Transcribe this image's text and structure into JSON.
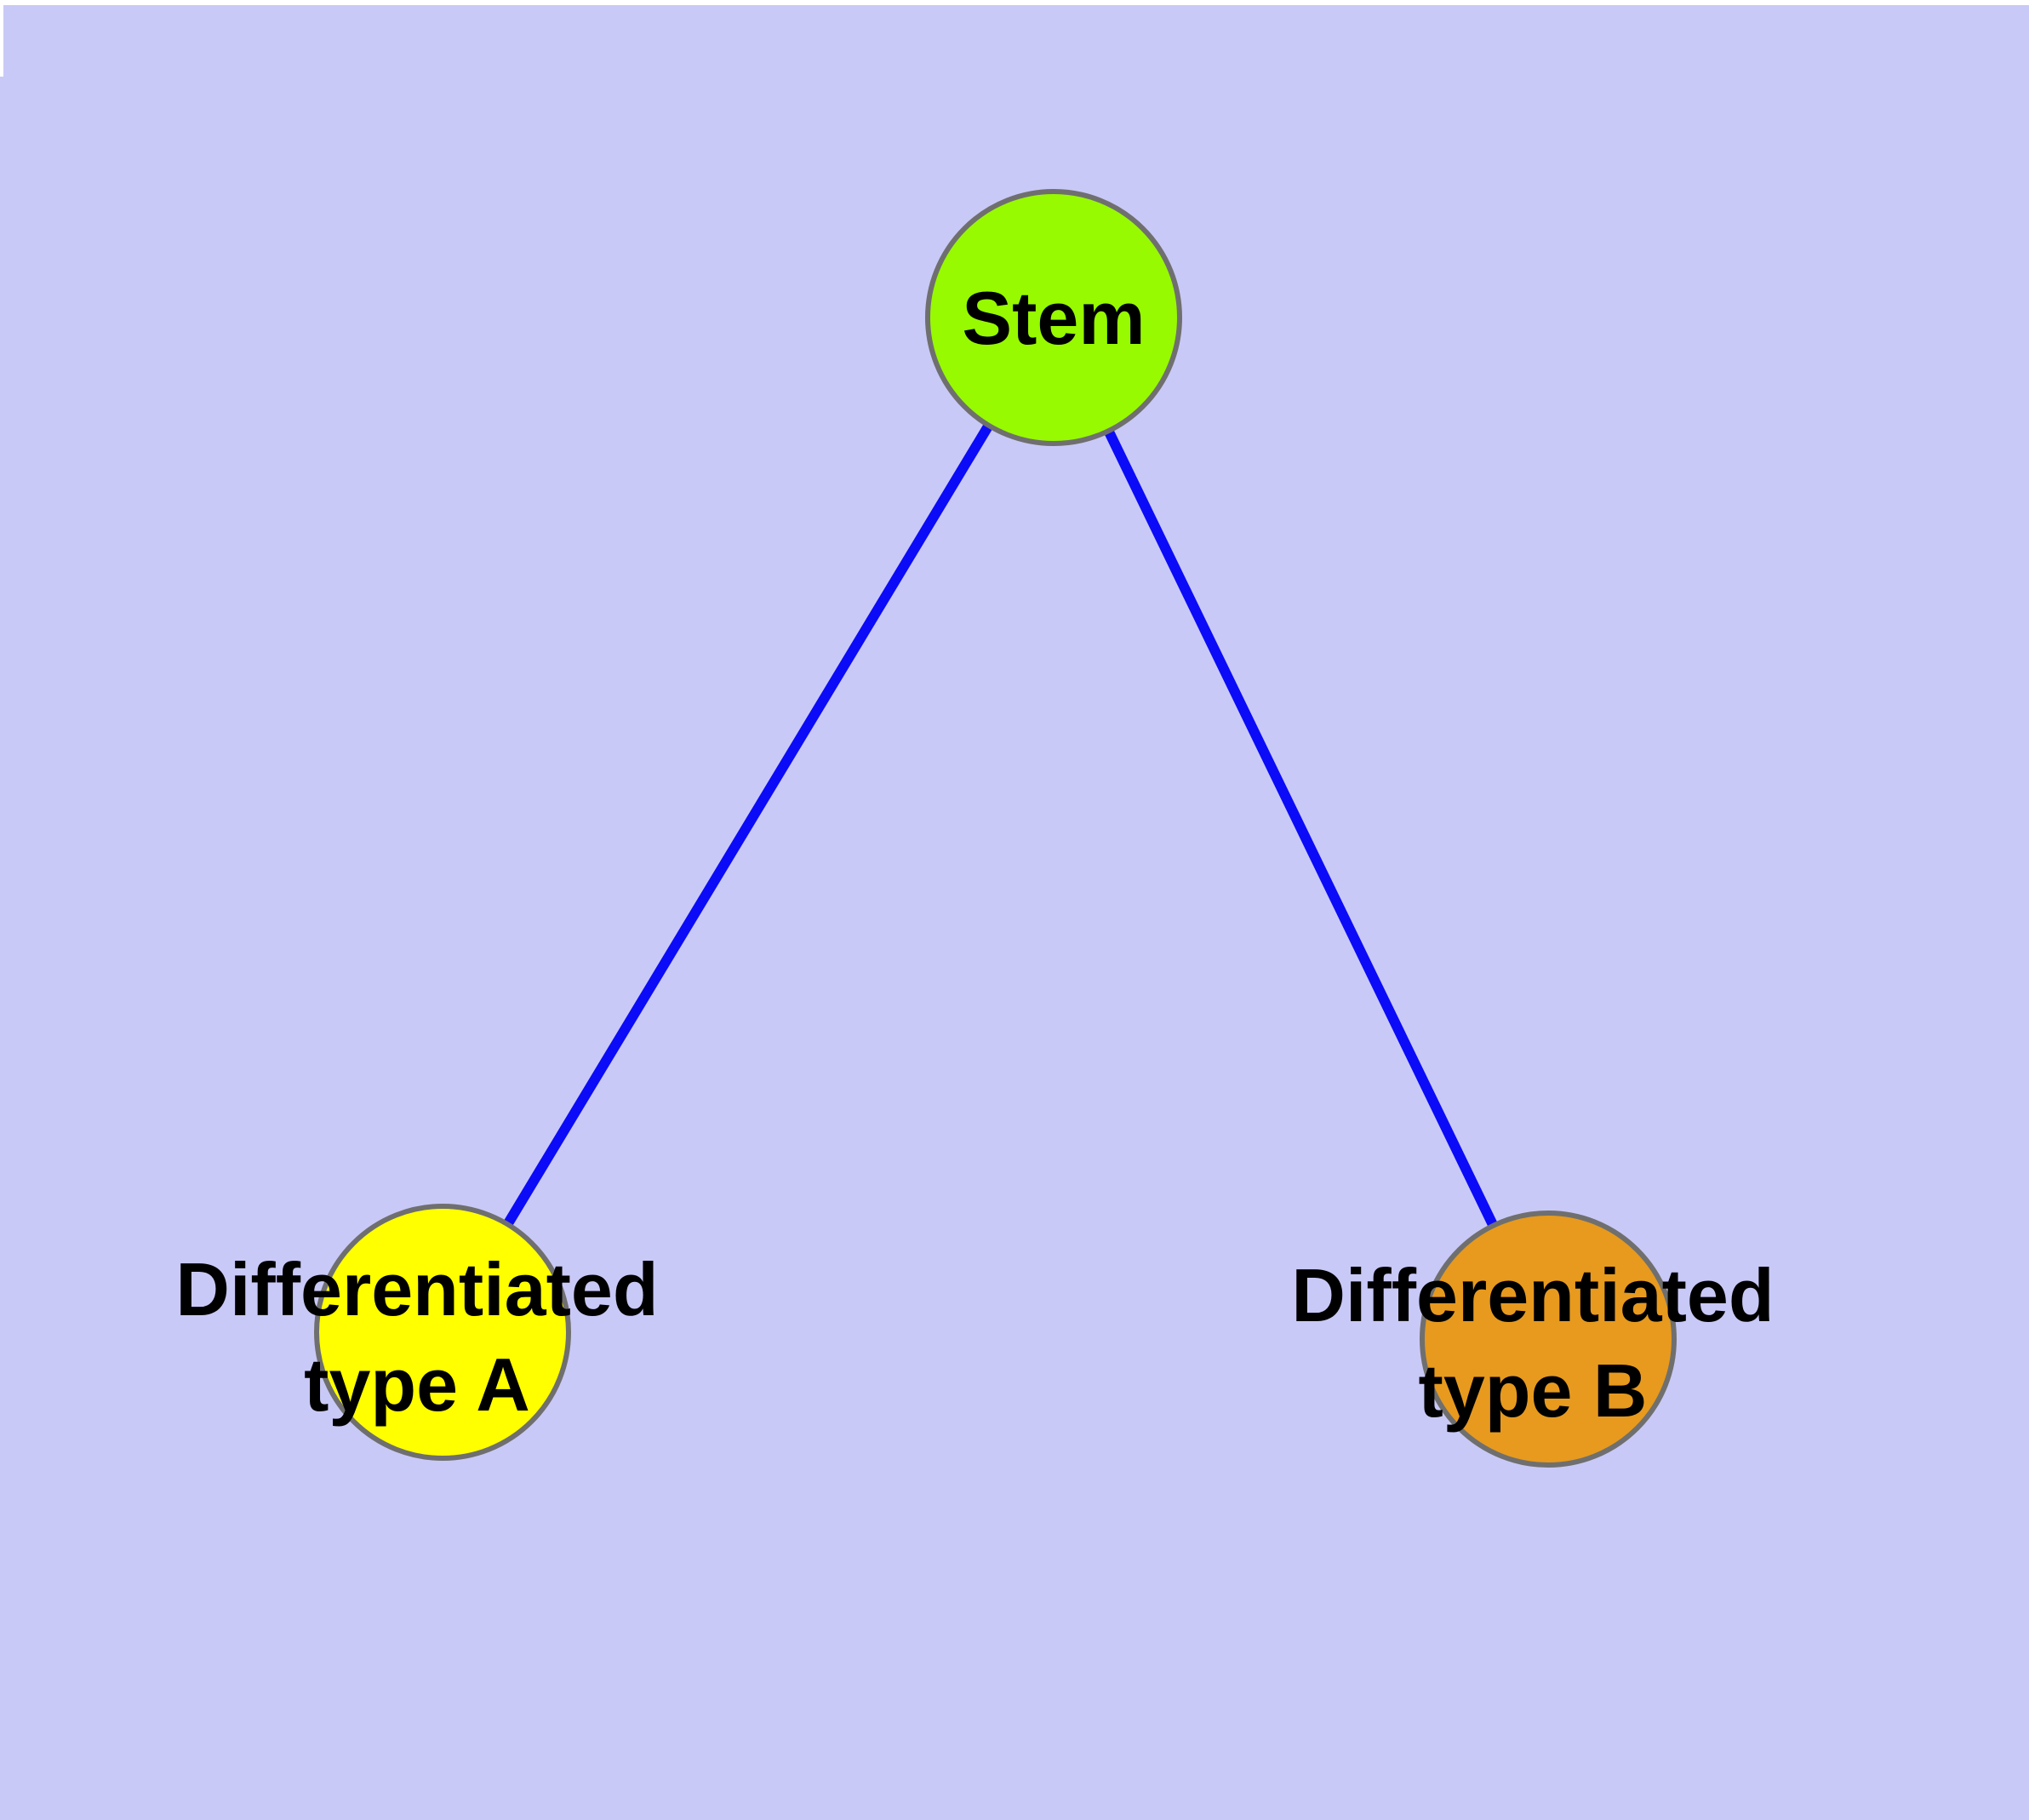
{
  "figure": {
    "background_color": "#c9c9f7",
    "margin_color": "#ffffff",
    "edge_color": "#0b0bf8",
    "node_border_color": "#6f6f6f",
    "text_color": "#000000",
    "nodes": [
      {
        "id": "stem",
        "label": "Stem",
        "fill": "#97fa00"
      },
      {
        "id": "differentiated-type-a",
        "label": "Differentiated type A",
        "line1": "Differentiated",
        "line2": "type A",
        "fill": "#ffff00"
      },
      {
        "id": "differentiated-type-b",
        "label": "Differentiated type B",
        "line1": "Differentiated",
        "line2": "type B",
        "fill": "#e79a1e"
      }
    ],
    "edges": [
      {
        "from": "stem",
        "to": "differentiated-type-a"
      },
      {
        "from": "stem",
        "to": "differentiated-type-b"
      }
    ]
  }
}
